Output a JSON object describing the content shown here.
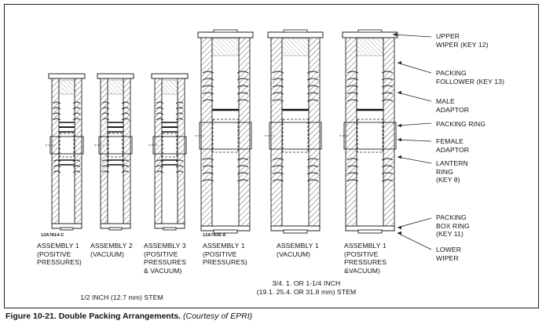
{
  "figure": {
    "caption_bold": "Figure 10-21. Double Packing Arrangements.",
    "caption_italic": "(Courtesy of EPRI)"
  },
  "drawing_codes": {
    "left": "12A7814-C",
    "right": "12A7836-A"
  },
  "assemblies": [
    {
      "title": "ASSEMBLY 1",
      "note": "(POSITIVE\nPRESSURES)"
    },
    {
      "title": "ASSEMBLY 2",
      "note": "(VACUUM)"
    },
    {
      "title": "ASSEMBLY 3",
      "note": "(POSITIVE\nPRESSURES\n& VACUUM)"
    },
    {
      "title": "ASSEMBLY 1",
      "note": "(POSITIVE\nPRESSURES)"
    },
    {
      "title": "ASSEMBLY 1",
      "note": "(VACUUM)"
    },
    {
      "title": "ASSEMBLY 1",
      "note": "(POSITIVE\nPRESSURES\n&VACUUM)"
    }
  ],
  "stem_groups": {
    "small": "1/2 INCH (12.7 mm) STEM",
    "large_line1": "3/4. 1. OR 1-1/4 INCH",
    "large_line2": "(19.1. 25.4. OR 31.8 mm) STEM"
  },
  "callouts": [
    {
      "id": "upper-wiper",
      "text": "UPPER\nWIPER (KEY 12)"
    },
    {
      "id": "packing-follower",
      "text": "PACKING\nFOLLOWER (KEY 13)"
    },
    {
      "id": "male-adaptor",
      "text": "MALE\nADAPTOR"
    },
    {
      "id": "packing-ring",
      "text": "PACKING  RING"
    },
    {
      "id": "female-adaptor",
      "text": "FEMALE\nADAPTOR"
    },
    {
      "id": "lantern-ring",
      "text": "LANTERN\nRING\n(KEY 8)"
    },
    {
      "id": "packing-box-ring",
      "text": "PACKING\nBOX RING\n(KEY 11)"
    },
    {
      "id": "lower-wiper",
      "text": "LOWER\nWIPER"
    }
  ]
}
